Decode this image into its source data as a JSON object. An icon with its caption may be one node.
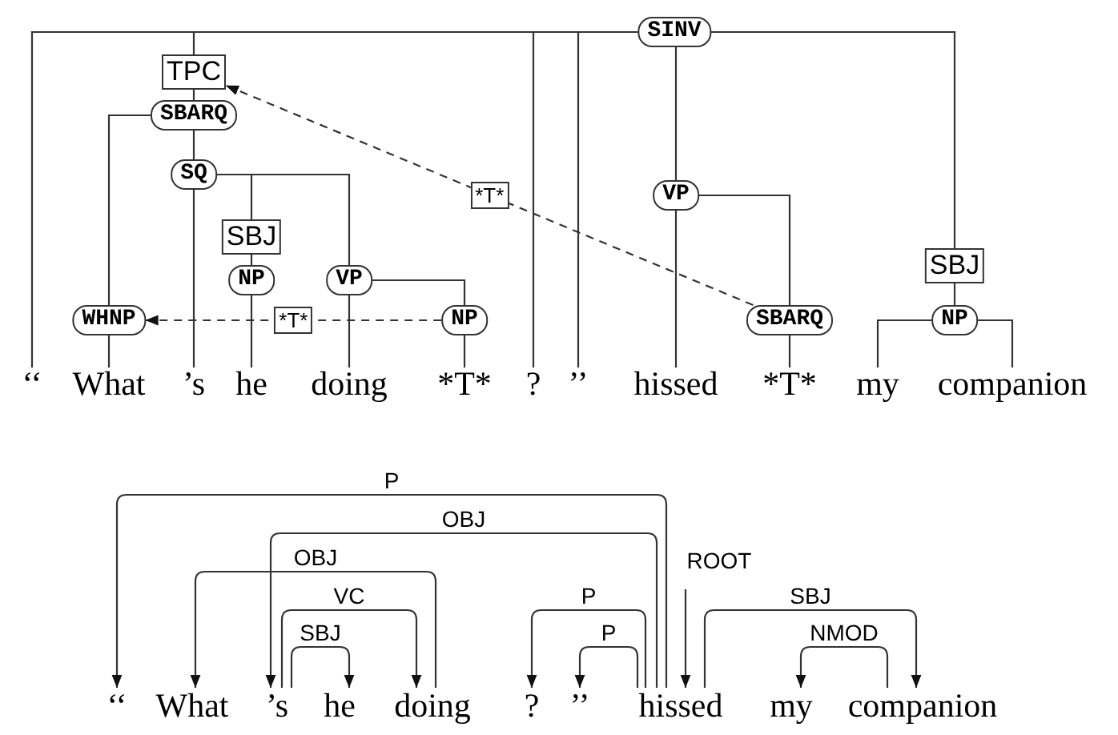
{
  "diagram": {
    "nodes": [
      {
        "text": [
          "SINV"
        ]
      },
      {
        "text": [
          "TPC"
        ]
      },
      {
        "text": [
          "SBARQ"
        ]
      },
      {
        "text": [
          "WHNP"
        ]
      },
      {
        "text": [
          "SQ"
        ]
      },
      {
        "text": [
          "SBJ"
        ]
      },
      {
        "text": [
          "NP"
        ]
      },
      {
        "text": [
          "VP"
        ]
      },
      {
        "text": [
          "NP"
        ]
      },
      {
        "text": [
          "VP"
        ]
      },
      {
        "text": [
          "SBARQ"
        ]
      },
      {
        "text": [
          "SBJ"
        ]
      },
      {
        "text": [
          "NP"
        ]
      },
      {
        "text": [
          "‘‘"
        ]
      },
      {
        "text": [
          "What"
        ]
      },
      {
        "text": [
          "’s"
        ]
      },
      {
        "text": [
          "he"
        ]
      },
      {
        "text": [
          "doing"
        ]
      },
      {
        "text": [
          "*T*"
        ]
      },
      {
        "text": [
          "?"
        ]
      },
      {
        "text": [
          "’’"
        ]
      },
      {
        "text": [
          "hissed"
        ]
      },
      {
        "text": [
          "*T*"
        ]
      },
      {
        "text": [
          "my"
        ]
      },
      {
        "text": [
          "companion"
        ]
      },
      {
        "text": [
          "‘‘"
        ]
      },
      {
        "text": [
          "What"
        ]
      },
      {
        "text": [
          "’s"
        ]
      },
      {
        "text": [
          "he"
        ]
      },
      {
        "text": [
          "doing"
        ]
      },
      {
        "text": [
          "?"
        ]
      },
      {
        "text": [
          "’’"
        ]
      },
      {
        "text": [
          "hissed"
        ]
      },
      {
        "text": [
          "my"
        ]
      },
      {
        "text": [
          "companion"
        ]
      }
    ],
    "edges": [
      {
        "from": 0,
        "to": 13,
        "arrow": "none"
      },
      {
        "from": 0,
        "to": 1,
        "arrow": "none"
      },
      {
        "from": 0,
        "to": 19,
        "arrow": "none"
      },
      {
        "from": 0,
        "to": 20,
        "arrow": "none"
      },
      {
        "from": 0,
        "to": 9,
        "arrow": "none"
      },
      {
        "from": 0,
        "to": 11,
        "arrow": "none"
      },
      {
        "from": 1,
        "to": 2,
        "arrow": "none"
      },
      {
        "from": 2,
        "to": 3,
        "arrow": "none"
      },
      {
        "from": 2,
        "to": 4,
        "arrow": "none"
      },
      {
        "from": 3,
        "to": 14,
        "arrow": "none"
      },
      {
        "from": 4,
        "to": 15,
        "arrow": "none"
      },
      {
        "from": 4,
        "to": 5,
        "arrow": "none"
      },
      {
        "from": 4,
        "to": 7,
        "arrow": "none"
      },
      {
        "from": 5,
        "to": 6,
        "arrow": "none"
      },
      {
        "from": 6,
        "to": 16,
        "arrow": "none"
      },
      {
        "from": 7,
        "to": 17,
        "arrow": "none"
      },
      {
        "from": 7,
        "to": 8,
        "arrow": "none"
      },
      {
        "from": 8,
        "to": 18,
        "arrow": "none"
      },
      {
        "from": 9,
        "to": 21,
        "arrow": "none"
      },
      {
        "from": 9,
        "to": 10,
        "arrow": "none"
      },
      {
        "from": 10,
        "to": 22,
        "arrow": "none"
      },
      {
        "from": 11,
        "to": 12,
        "arrow": "none"
      },
      {
        "from": 12,
        "to": 23,
        "arrow": "none"
      },
      {
        "from": 12,
        "to": 24,
        "arrow": "none"
      },
      {
        "from": 8,
        "to": 3,
        "arrow": "to",
        "label": "*T*",
        "style": "dashed"
      },
      {
        "from": 10,
        "to": 1,
        "arrow": "to",
        "label": "*T*",
        "style": "dashed"
      },
      {
        "from": 32,
        "to": 25,
        "arrow": "to",
        "label": "P"
      },
      {
        "from": 32,
        "to": 27,
        "arrow": "to",
        "label": "OBJ"
      },
      {
        "from": 29,
        "to": 26,
        "arrow": "to",
        "label": "OBJ"
      },
      {
        "from": 27,
        "to": 29,
        "arrow": "to",
        "label": "VC"
      },
      {
        "from": 27,
        "to": 28,
        "arrow": "to",
        "label": "SBJ"
      },
      {
        "from": 32,
        "to": 30,
        "arrow": "to",
        "label": "P"
      },
      {
        "from": 32,
        "to": 31,
        "arrow": "to",
        "label": "P"
      },
      {
        "from": null,
        "to": 32,
        "arrow": "to",
        "label": "ROOT"
      },
      {
        "from": 32,
        "to": 34,
        "arrow": "to",
        "label": "SBJ"
      },
      {
        "from": 34,
        "to": 33,
        "arrow": "to",
        "label": "NMOD"
      }
    ]
  }
}
